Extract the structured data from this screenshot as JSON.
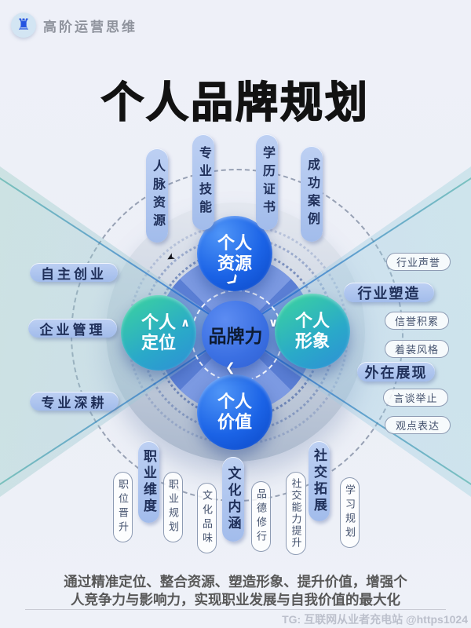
{
  "header": {
    "brand": "高阶运营思维",
    "logo_glyph": "♜"
  },
  "title": "个人品牌规划",
  "colors": {
    "background": "#eef0f7",
    "node_blue": "#1b63e6",
    "node_teal": "#2fc49d",
    "pill_fill": "#a9c1ee",
    "pill_text": "#20305a",
    "center_blue": "#3a6fe2"
  },
  "diagram": {
    "center_label": "品牌力",
    "node_top": "个人\n资源",
    "node_left": "个人\n定位",
    "node_right": "个人\n形象",
    "node_bottom": "个人\n价值",
    "arrows": {
      "up": "∧",
      "down": "∨",
      "left": "❮",
      "turn": "❯"
    },
    "cursor_glyph": "➤",
    "tags_top": [
      "人脉资源",
      "专业技能",
      "学历证书",
      "成功案例"
    ],
    "tags_left": [
      "自主创业",
      "企业管理",
      "专业深耕"
    ],
    "tags_right": [
      {
        "label": "行业声誉",
        "emphasis": false
      },
      {
        "label": "行业塑造",
        "emphasis": true
      },
      {
        "label": "信誉积累",
        "emphasis": false
      },
      {
        "label": "着装风格",
        "emphasis": false
      },
      {
        "label": "外在展现",
        "emphasis": true
      },
      {
        "label": "言谈举止",
        "emphasis": false
      },
      {
        "label": "观点表达",
        "emphasis": false
      }
    ],
    "tags_bottom": [
      {
        "label": "职位晋升",
        "emphasis": false
      },
      {
        "label": "职业维度",
        "emphasis": true
      },
      {
        "label": "职业规划",
        "emphasis": false
      },
      {
        "label": "文化品味",
        "emphasis": false
      },
      {
        "label": "文化内涵",
        "emphasis": true
      },
      {
        "label": "品德修行",
        "emphasis": false
      },
      {
        "label": "社交能力提升",
        "emphasis": false
      },
      {
        "label": "社交拓展",
        "emphasis": true
      },
      {
        "label": "学习规划",
        "emphasis": false
      }
    ]
  },
  "footer": {
    "summary_line1": "通过精准定位、整合资源、塑造形象、提升价值，增强个",
    "summary_line2": "人竞争力与影响力，实现职业发展与自我价值的最大化",
    "watermark": "TG: 互联网从业者充电站 @https1024"
  }
}
